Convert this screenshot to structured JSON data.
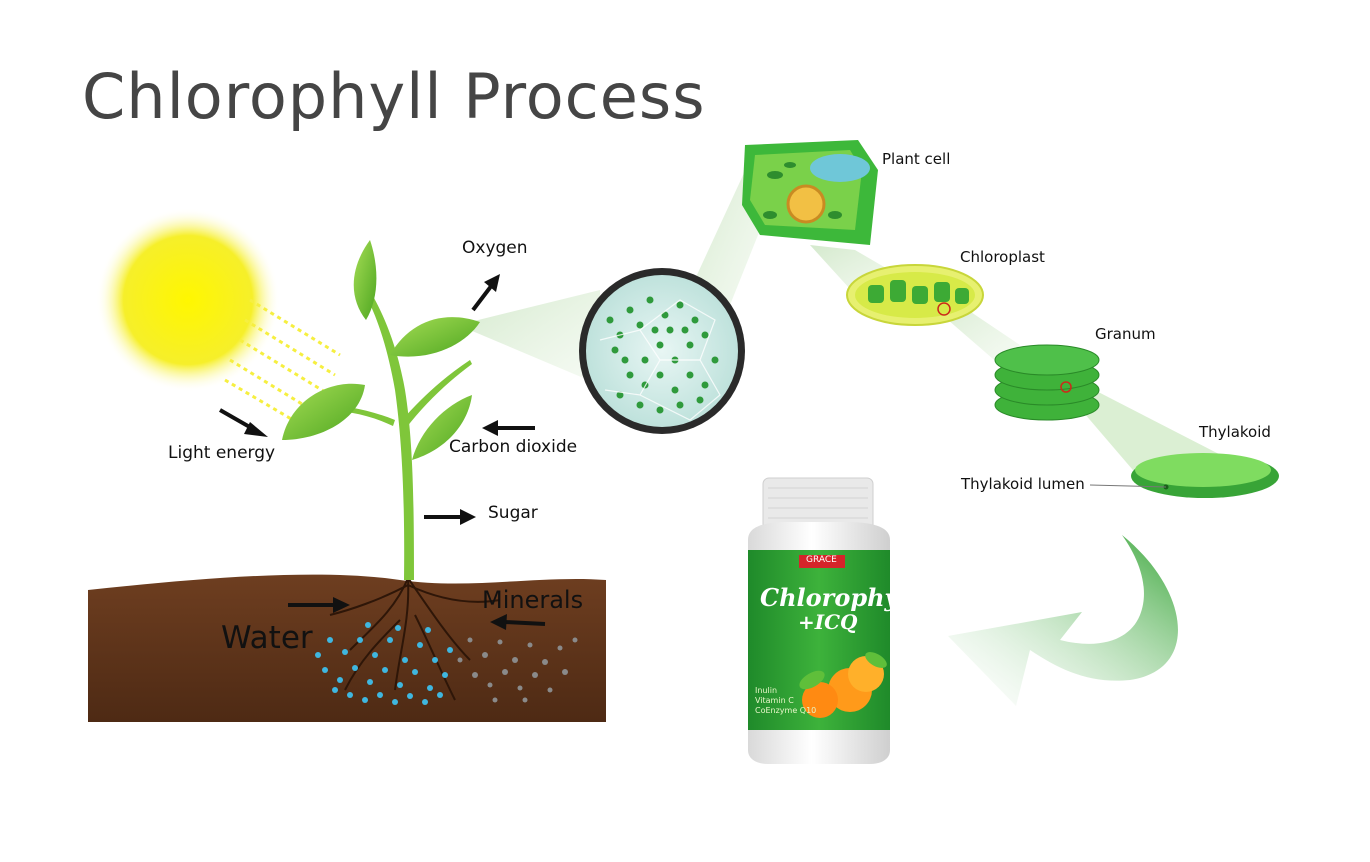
{
  "title": "Chlorophyll Process",
  "plant_labels": {
    "oxygen": "Oxygen",
    "light_energy": "Light energy",
    "carbon_dioxide": "Carbon dioxide",
    "sugar": "Sugar",
    "water": "Water",
    "minerals": "Minerals"
  },
  "cell_labels": {
    "plant_cell": "Plant cell",
    "chloroplast": "Chloroplast",
    "granum": "Granum",
    "thylakoid": "Thylakoid",
    "thylakoid_lumen": "Thylakoid lumen"
  },
  "product": {
    "brand": "GRACE",
    "name": "Chlorophyll",
    "variant": "+ICQ",
    "ingredients": [
      "Inulin",
      "Vitamin C",
      "CoEnzyme Q10"
    ]
  },
  "colors": {
    "leaf": "#6cc030",
    "stem": "#8ccf3c",
    "soil": "#6b3a1e",
    "sun": "#f5ee20",
    "arrow_green": "#5bbf4a"
  }
}
